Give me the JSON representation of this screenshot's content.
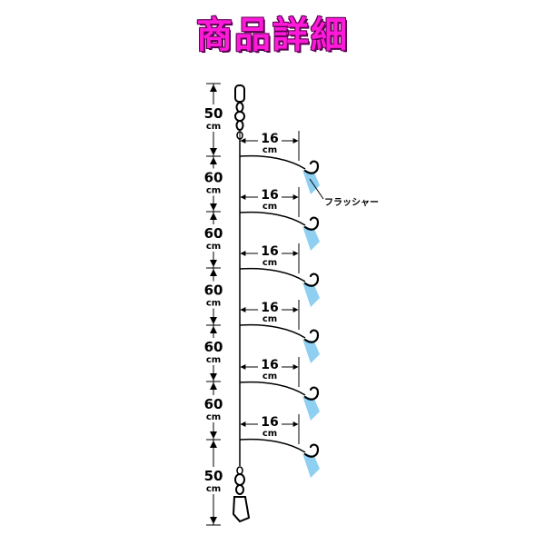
{
  "title": "商品詳細",
  "unit": "cm",
  "flasher_label": "フラッシャー",
  "segments": [
    {
      "value": "50"
    },
    {
      "value": "60"
    },
    {
      "value": "60"
    },
    {
      "value": "60"
    },
    {
      "value": "60"
    },
    {
      "value": "60"
    },
    {
      "value": "50"
    }
  ],
  "branches": [
    {
      "length": "16"
    },
    {
      "length": "16"
    },
    {
      "length": "16"
    },
    {
      "length": "16"
    },
    {
      "length": "16"
    },
    {
      "length": "16"
    }
  ],
  "colors": {
    "title": "#ff1ad9",
    "flasher": "#8fd0f2",
    "line": "#000000"
  }
}
